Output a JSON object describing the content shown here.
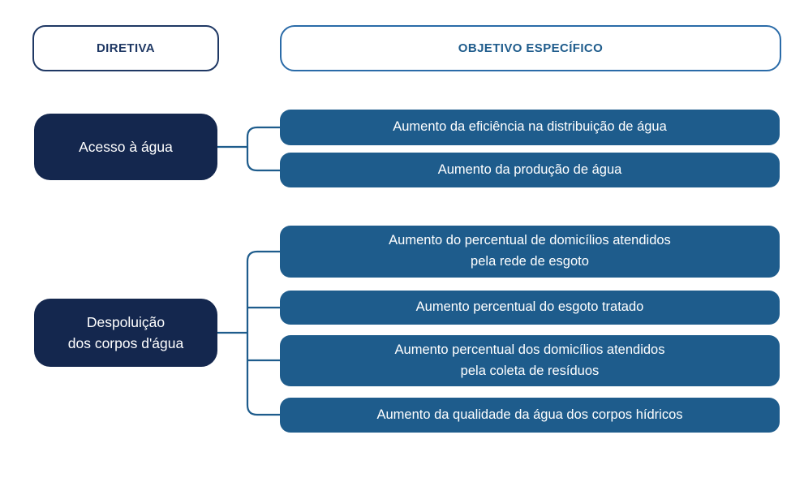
{
  "colors": {
    "directive_dark": "#14274E",
    "objective_blue": "#1E5C8C",
    "directive_header_border": "#1F3864",
    "objective_header_border": "#2A6BA8",
    "objective_header_text": "#1F5C8C",
    "connector": "#1E5C8C",
    "box_text": "#FFFFFF",
    "canvas_bg": "#FFFFFF"
  },
  "headers": {
    "directive": "DIRETIVA",
    "objective": "OBJETIVO ESPECÍFICO"
  },
  "groups": [
    {
      "directive": "Acesso à água",
      "objectives": [
        "Aumento da eficiência na distribuição de água",
        "Aumento da produção de água"
      ]
    },
    {
      "directive": "Despoluição\ndos corpos d'água",
      "objectives": [
        "Aumento do percentual de domicílios atendidos\npela rede de esgoto",
        "Aumento percentual do esgoto tratado",
        "Aumento percentual dos domicílios atendidos\npela coleta de resíduos",
        "Aumento da qualidade da água dos corpos hídricos"
      ]
    }
  ]
}
